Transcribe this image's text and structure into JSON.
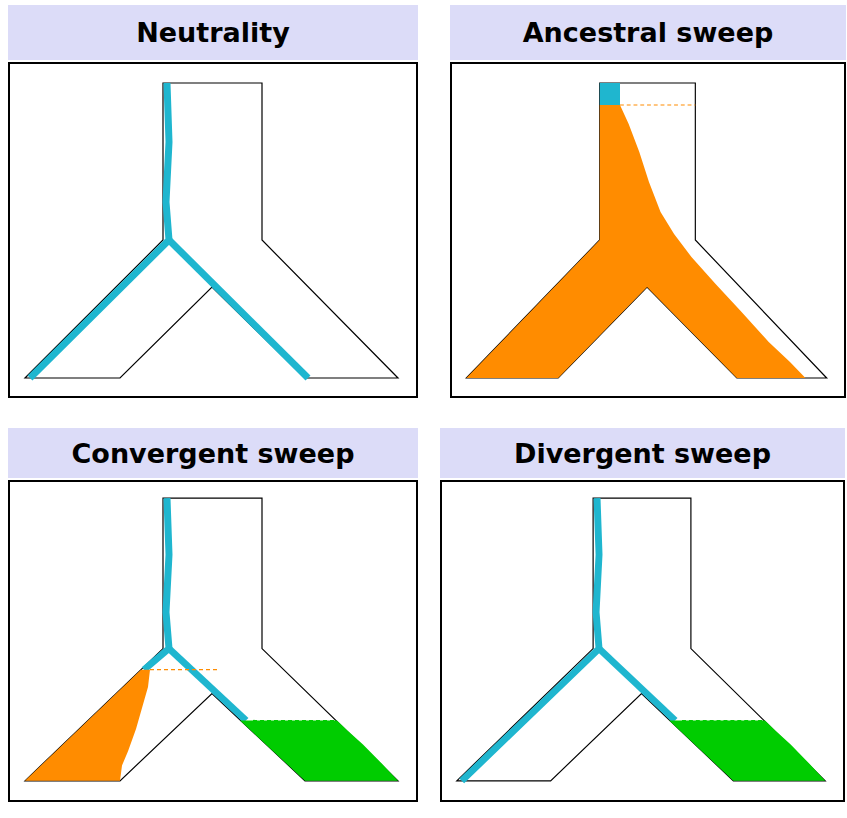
{
  "diagram": {
    "nodes": [
      {
        "text": [
          "Neutrality"
        ]
      },
      {
        "text": [
          "Ancestral sweep"
        ]
      },
      {
        "text": [
          "Convergent sweep"
        ]
      },
      {
        "text": [
          "Divergent sweep"
        ]
      }
    ]
  }
}
